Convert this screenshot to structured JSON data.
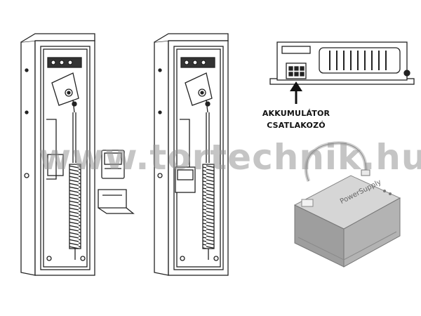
{
  "labels": {
    "connector_line1": "AKKUMULÁTOR",
    "connector_line2": "CSATLAKOZÓ"
  },
  "watermark": "www.tortechnik.hu",
  "battery_pack": {
    "brand_text": "PowerSupply"
  },
  "colors": {
    "line": "#222222",
    "battery_body": "#bdbdbd",
    "watermark": "#969696"
  }
}
